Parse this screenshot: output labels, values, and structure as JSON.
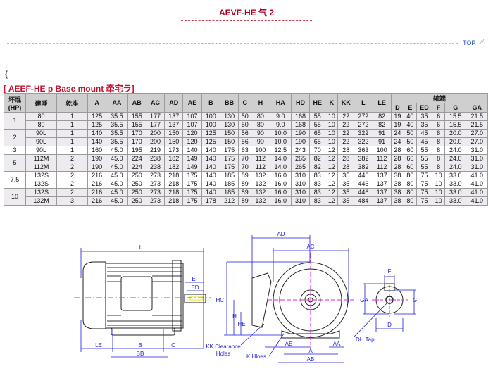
{
  "page": {
    "title": "AEVF-HE 气 2",
    "top_link": "TOP",
    "top_mark": "//",
    "brace": "{",
    "section_title": "[ AEEF-HE p Base mount 牵宅ラ]"
  },
  "table": {
    "headers": {
      "hp": "坏焜 (HP)",
      "frame": "建睜",
      "poles": "乾座",
      "cols": [
        "A",
        "AA",
        "AB",
        "AC",
        "AD",
        "AE",
        "B",
        "BB",
        "C",
        "H",
        "HA",
        "HD",
        "HE",
        "K",
        "KK",
        "L",
        "LE"
      ],
      "shaft_group": "轴端",
      "shaft_cols": [
        "D",
        "E",
        "ED",
        "F",
        "G",
        "GA"
      ]
    },
    "groups": [
      {
        "hp": "1",
        "shade": true,
        "rows": [
          {
            "frame": "80",
            "poles": "1",
            "vals": [
              "125",
              "35.5",
              "155",
              "177",
              "137",
              "107",
              "100",
              "130",
              "50",
              "80",
              "9.0",
              "168",
              "55",
              "10",
              "22",
              "272",
              "82",
              "19",
              "40",
              "35",
              "6",
              "15.5",
              "21.5"
            ]
          },
          {
            "frame": "80",
            "poles": "1",
            "vals": [
              "125",
              "35.5",
              "155",
              "177",
              "137",
              "107",
              "100",
              "130",
              "50",
              "80",
              "9.0",
              "168",
              "55",
              "10",
              "22",
              "272",
              "82",
              "19",
              "40",
              "35",
              "6",
              "15.5",
              "21.5"
            ]
          }
        ]
      },
      {
        "hp": "2",
        "shade": true,
        "rows": [
          {
            "frame": "90L",
            "poles": "1",
            "vals": [
              "140",
              "35.5",
              "170",
              "200",
              "150",
              "120",
              "125",
              "150",
              "56",
              "90",
              "10.0",
              "190",
              "65",
              "10",
              "22",
              "322",
              "91",
              "24",
              "50",
              "45",
              "8",
              "20.0",
              "27.0"
            ]
          },
          {
            "frame": "90L",
            "poles": "1",
            "vals": [
              "140",
              "35.5",
              "170",
              "200",
              "150",
              "120",
              "125",
              "150",
              "56",
              "90",
              "10.0",
              "190",
              "65",
              "10",
              "22",
              "322",
              "91",
              "24",
              "50",
              "45",
              "8",
              "20.0",
              "27.0"
            ]
          }
        ]
      },
      {
        "hp": "3",
        "shade": false,
        "rows": [
          {
            "frame": "90L",
            "poles": "1",
            "vals": [
              "160",
              "45.0",
              "195",
              "219",
              "173",
              "140",
              "140",
              "175",
              "63",
              "100",
              "12.5",
              "243",
              "70",
              "12",
              "28",
              "363",
              "100",
              "28",
              "60",
              "55",
              "8",
              "24.0",
              "31.0"
            ]
          }
        ]
      },
      {
        "hp": "5",
        "shade": true,
        "rows": [
          {
            "frame": "112M",
            "poles": "2",
            "vals": [
              "190",
              "45.0",
              "224",
              "238",
              "182",
              "149",
              "140",
              "175",
              "70",
              "112",
              "14.0",
              "265",
              "82",
              "12",
              "28",
              "382",
              "112",
              "28",
              "60",
              "55",
              "8",
              "24.0",
              "31.0"
            ]
          },
          {
            "frame": "112M",
            "poles": "2",
            "vals": [
              "190",
              "45.0",
              "224",
              "238",
              "182",
              "149",
              "140",
              "175",
              "70",
              "112",
              "14.0",
              "265",
              "82",
              "12",
              "28",
              "382",
              "112",
              "28",
              "60",
              "55",
              "8",
              "24.0",
              "31.0"
            ]
          }
        ]
      },
      {
        "hp": "7.5",
        "shade": false,
        "rows": [
          {
            "frame": "132S",
            "poles": "2",
            "vals": [
              "216",
              "45.0",
              "250",
              "273",
              "218",
              "175",
              "140",
              "185",
              "89",
              "132",
              "16.0",
              "310",
              "83",
              "12",
              "35",
              "446",
              "137",
              "38",
              "80",
              "75",
              "10",
              "33.0",
              "41.0"
            ]
          },
          {
            "frame": "132S",
            "poles": "2",
            "vals": [
              "216",
              "45.0",
              "250",
              "273",
              "218",
              "175",
              "140",
              "185",
              "89",
              "132",
              "16.0",
              "310",
              "83",
              "12",
              "35",
              "446",
              "137",
              "38",
              "80",
              "75",
              "10",
              "33.0",
              "41.0"
            ]
          }
        ]
      },
      {
        "hp": "10",
        "shade": true,
        "rows": [
          {
            "frame": "132S",
            "poles": "2",
            "vals": [
              "216",
              "45.0",
              "250",
              "273",
              "218",
              "175",
              "140",
              "185",
              "89",
              "132",
              "16.0",
              "310",
              "83",
              "12",
              "35",
              "446",
              "137",
              "38",
              "80",
              "75",
              "10",
              "33.0",
              "41.0"
            ]
          },
          {
            "frame": "132M",
            "poles": "3",
            "vals": [
              "216",
              "45.0",
              "250",
              "273",
              "218",
              "175",
              "178",
              "212",
              "89",
              "132",
              "16.0",
              "310",
              "83",
              "12",
              "35",
              "484",
              "137",
              "38",
              "80",
              "75",
              "10",
              "33.0",
              "41.0"
            ]
          }
        ]
      }
    ]
  },
  "diagram": {
    "labels": {
      "L": "L",
      "E": "E",
      "ED": "ED",
      "LE": "LE",
      "B": "B",
      "BB": "BB",
      "C": "C",
      "AD": "AD",
      "AC": "AC",
      "HC": "HC",
      "H": "H",
      "HE": "HE",
      "AE": "AE",
      "A": "A",
      "AA": "AA",
      "AB": "AB",
      "kk1": "KK Clearance",
      "kk2": "Holes",
      "k_holes": "K Hloes",
      "F": "F",
      "GA": "GA",
      "G": "G",
      "D": "D",
      "dh_tap": "DH Tap"
    },
    "colors": {
      "dimension": "#1a1adb",
      "centerline": "#e020e0",
      "highlight": "#e8e020",
      "outline": "#222222"
    }
  }
}
